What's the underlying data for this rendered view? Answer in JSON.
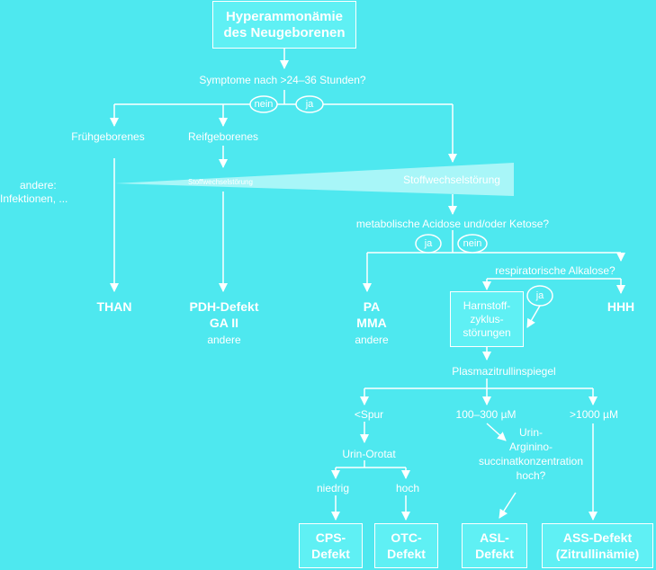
{
  "start": {
    "line1": "Hyperammonämie",
    "line2": "des Neugeborenen"
  },
  "q_symptoms": "Symptome nach >24–36 Stunden?",
  "ans": {
    "nein": "nein",
    "ja": "ja"
  },
  "preterm": "Frühgeborenes",
  "term": "Reifgeborenes",
  "others": {
    "line1": "andere:",
    "line2": "Infektionen, ..."
  },
  "metab_small": "Stoffwechselstörung",
  "metab": "Stoffwechselstörung",
  "q_acidosis": "metabolische Acidose und/oder Ketose?",
  "q_alkalosis": "respiratorische Alkalose?",
  "result_than": "THAN",
  "result_pdh": {
    "line1": "PDH-Defekt",
    "line2": "GA II",
    "line3": "andere"
  },
  "result_pa": {
    "line1": "PA",
    "line2": "MMA",
    "line3": "andere"
  },
  "result_hhh": "HHH",
  "urea_box": {
    "line1": "Harnstoff-",
    "line2": "zyklus-",
    "line3": "störungen"
  },
  "plasma": "Plasmazitrullinspiegel",
  "range_trace": "<Spur",
  "range_mid": "100–300 µM",
  "range_high": ">1000 µM",
  "urine_orotate": "Urin-Orotat",
  "low": "niedrig",
  "high": "hoch",
  "q_asa": {
    "line1": "Urin-",
    "line2": "Arginino-",
    "line3": "succinatkonzentration",
    "line4": "hoch?"
  },
  "final": {
    "cps": {
      "line1": "CPS-",
      "line2": "Defekt"
    },
    "otc": {
      "line1": "OTC-",
      "line2": "Defekt"
    },
    "asl": {
      "line1": "ASL-",
      "line2": "Defekt"
    },
    "ass": {
      "line1": "ASS-Defekt",
      "line2": "(Zitrullinämie)"
    }
  },
  "colors": {
    "background": "#4ee8ef",
    "foreground": "#ffffff"
  }
}
